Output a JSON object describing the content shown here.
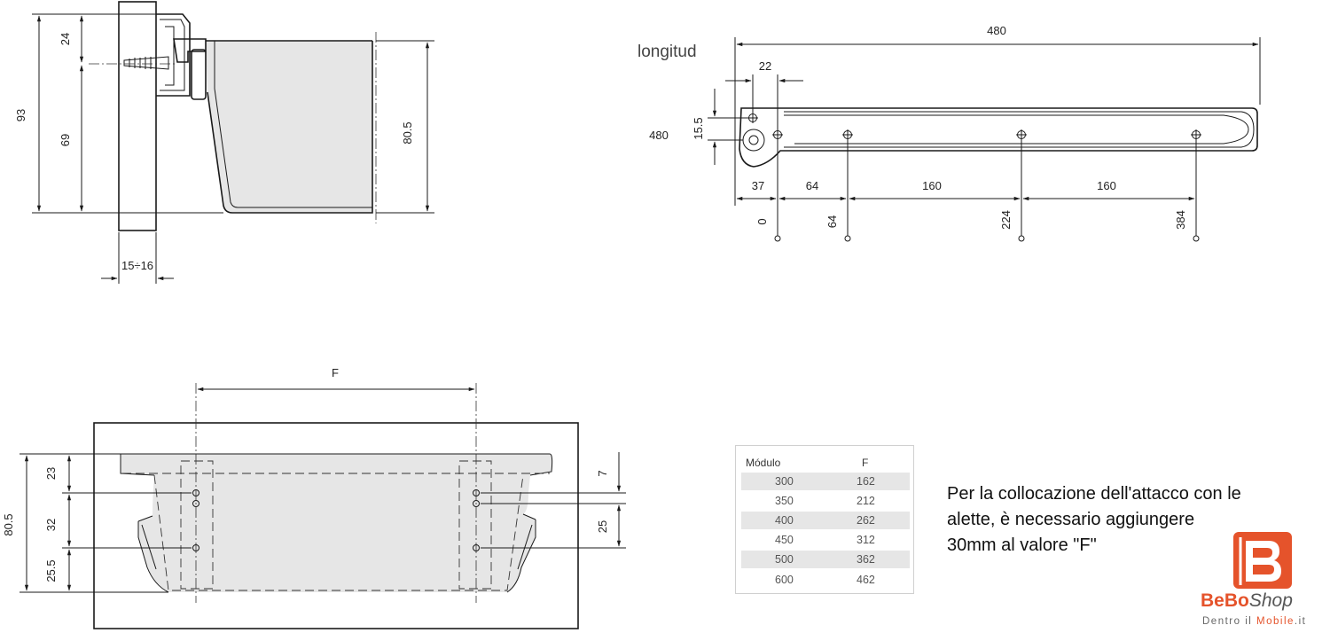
{
  "side_section": {
    "dims": {
      "d24": "24",
      "d93": "93",
      "d69": "69",
      "d80_5": "80.5",
      "d15_16": "15÷16"
    }
  },
  "rail": {
    "longitud_label": "longitud",
    "length_top": "480",
    "length_left": "480",
    "offset_22": "22",
    "height_15_5": "15.5",
    "spacing": [
      "37",
      "64",
      "160",
      "160"
    ],
    "positions": [
      "0",
      "64",
      "224",
      "384"
    ]
  },
  "front_view": {
    "f_label": "F",
    "left_dims": {
      "total": "80.5",
      "top": "23",
      "mid": "32",
      "bottom": "25.5"
    },
    "right_dims": {
      "top": "7",
      "mid": "25"
    }
  },
  "table": {
    "header": {
      "col1": "Módulo",
      "col2": "F"
    },
    "rows": [
      {
        "modulo": "300",
        "f": "162"
      },
      {
        "modulo": "350",
        "f": "212"
      },
      {
        "modulo": "400",
        "f": "262"
      },
      {
        "modulo": "450",
        "f": "312"
      },
      {
        "modulo": "500",
        "f": "362"
      },
      {
        "modulo": "600",
        "f": "462"
      }
    ]
  },
  "note": {
    "lines": [
      "Per la collocazione dell'attacco con le",
      "alette, è necessario aggiungere",
      "30mm al valore \"F\""
    ]
  },
  "logo": {
    "name_bold": "BeBo",
    "name_rest": "Shop",
    "tagline_a": "Dentro il ",
    "tagline_b": "Mobile",
    "tagline_c": ".it",
    "accent": "#e5532b"
  }
}
